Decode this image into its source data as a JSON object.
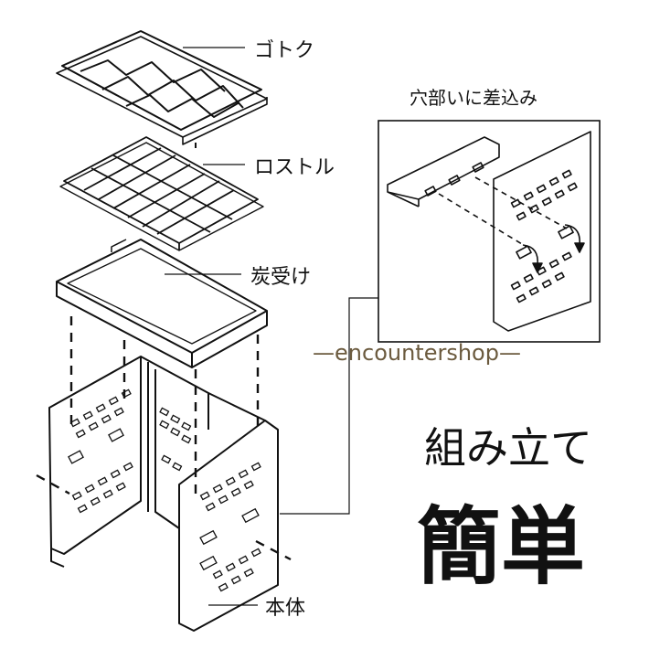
{
  "labels": {
    "gotoku": "ゴトク",
    "rostle": "ロストル",
    "sumiuke": "炭受け",
    "hontai": "本体"
  },
  "inset": {
    "title": "穴部いに差込み"
  },
  "watermark": "—encountershop—",
  "headline": {
    "line1": "組み立て",
    "line2": "簡単"
  },
  "colors": {
    "line": "#111111",
    "watermark": "#6b5a3e"
  }
}
